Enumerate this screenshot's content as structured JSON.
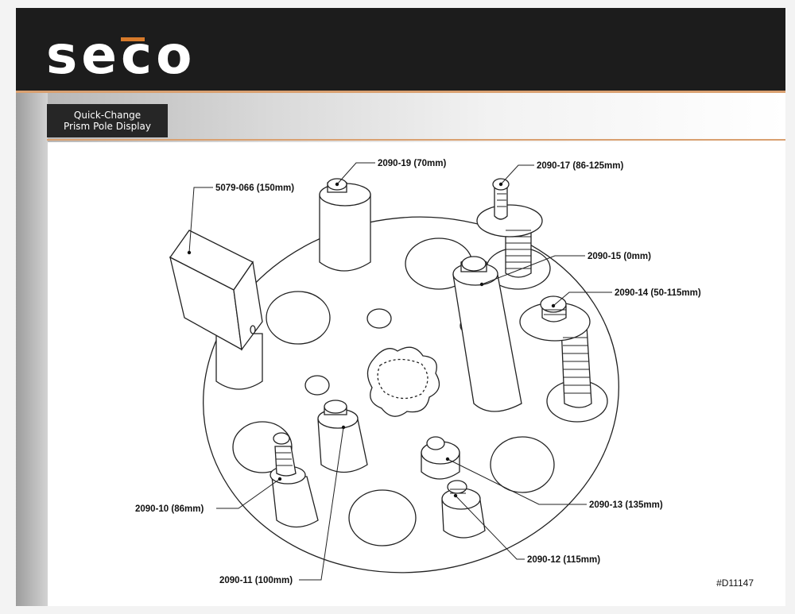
{
  "brand": {
    "logo_text": "seco",
    "logo_bar_color": "#d77a2a",
    "accent_rule_color": "#d9a070"
  },
  "title": {
    "line1": "Quick-Change",
    "line2": "Prism Pole Display"
  },
  "callouts": {
    "p5079_066": "5079-066 (150mm)",
    "p2090_19": "2090-19 (70mm)",
    "p2090_17": "2090-17 (86-125mm)",
    "p2090_15": "2090-15 (0mm)",
    "p2090_14": "2090-14 (50-115mm)",
    "p2090_13": "2090-13 (135mm)",
    "p2090_12": "2090-12 (115mm)",
    "p2090_11": "2090-11 (100mm)",
    "p2090_10": "2090-10 (86mm)"
  },
  "doc_id": "#D11147"
}
